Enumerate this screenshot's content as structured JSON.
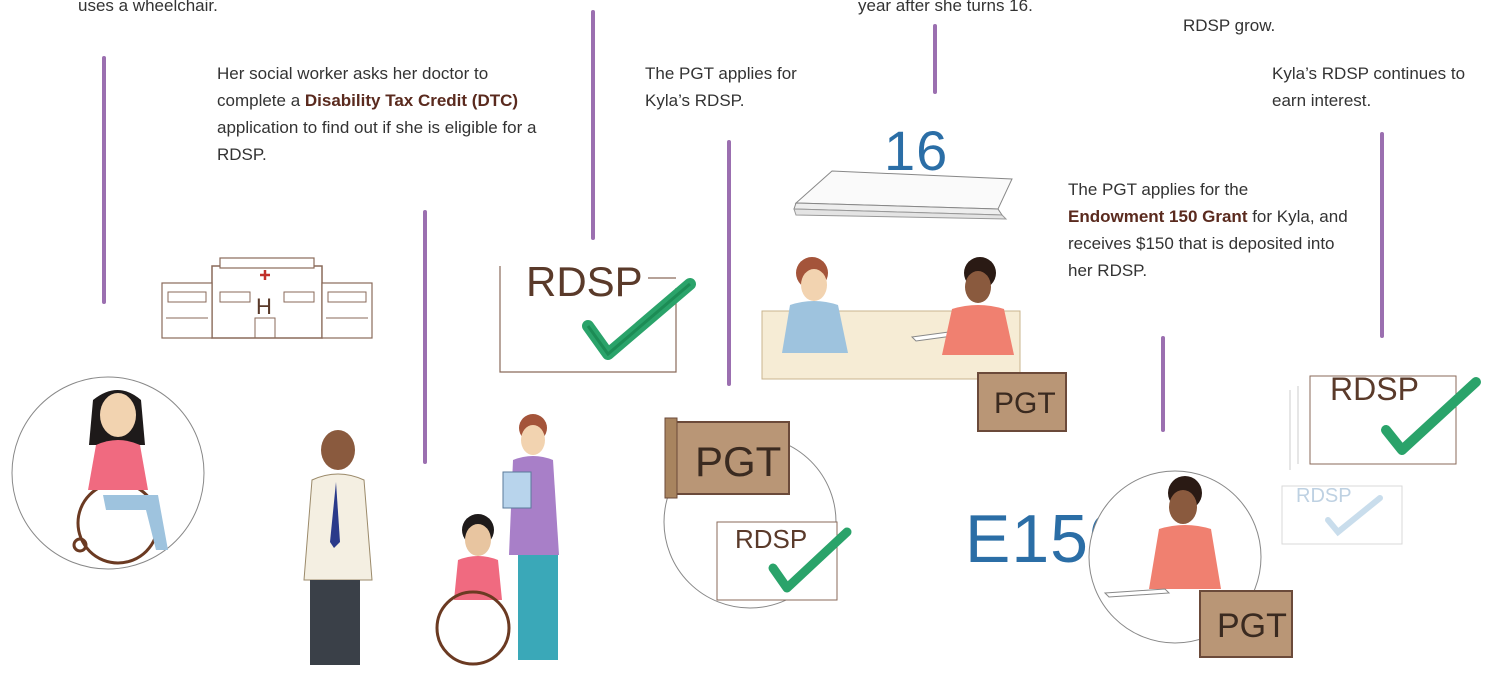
{
  "captions": {
    "c1": "uses a wheelchair.",
    "c2_pre": "Her social worker asks her doctor to complete a ",
    "c2_bold": "Disability Tax Credit (DTC)",
    "c2_post": " application to find out if she is eligible for a RDSP.",
    "c3": "The PGT applies for Kyla’s RDSP.",
    "c4": "year after she turns 16.",
    "c5_pre": "The PGT applies for the ",
    "c5_bold": "Endowment 150 Grant",
    "c5_post": " for Kyla, and receives $150 that is deposited into her RDSP.",
    "c6": "RDSP grow.",
    "c7": "Kyla’s RDSP continues to earn interest."
  },
  "labels": {
    "rdsp": "RDSP",
    "pgt": "PGT",
    "hospital": "H",
    "age": "16",
    "e150": "E150"
  },
  "colors": {
    "timeline": "#9b6fb0",
    "check": "#2aa36a",
    "number": "#2b6ea6",
    "briefcase": "#b99676"
  }
}
